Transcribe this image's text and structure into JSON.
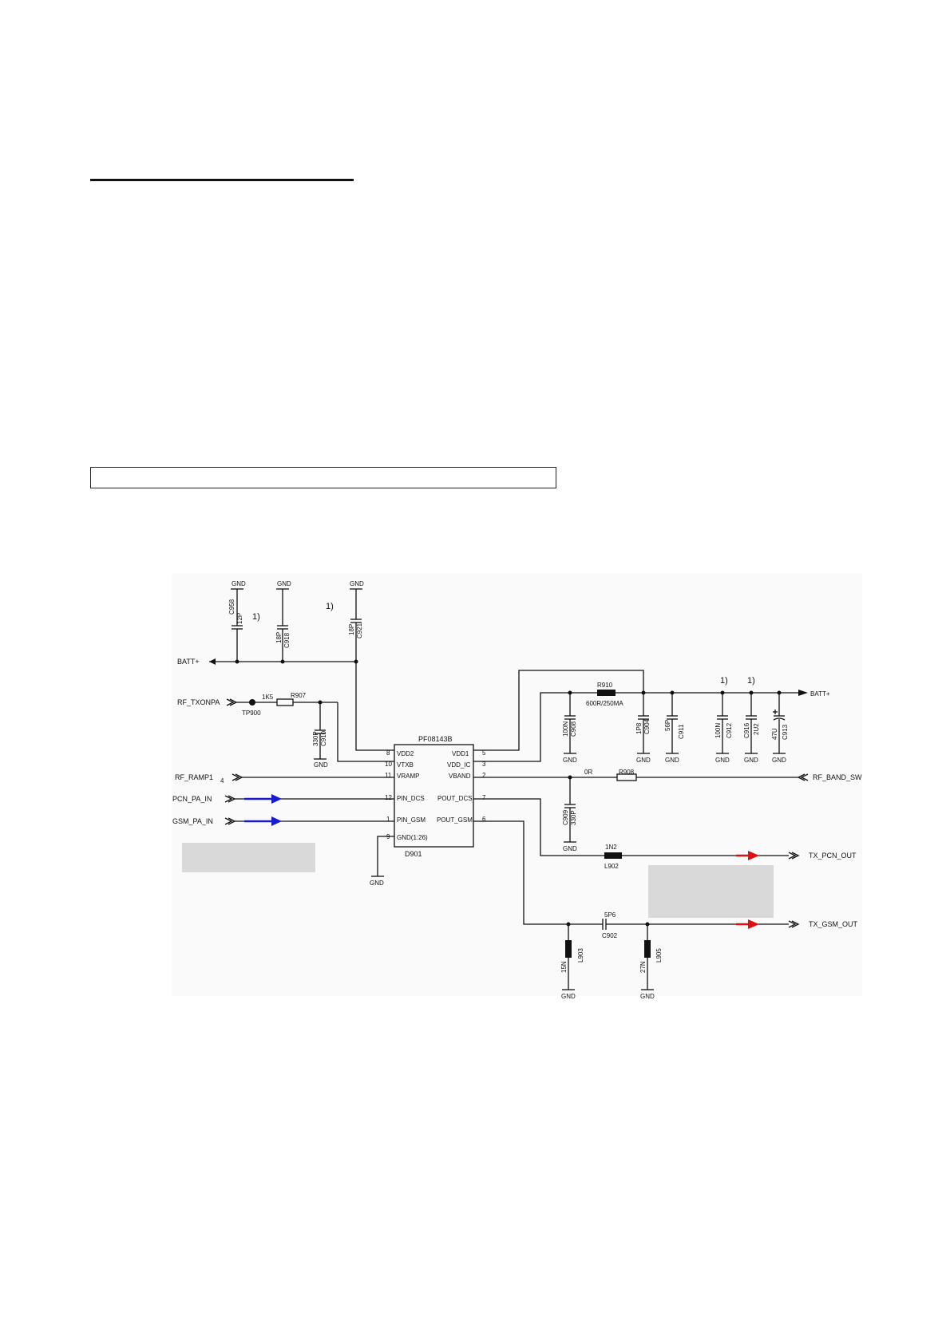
{
  "schematic": {
    "ic": {
      "part": "PF08143B",
      "ref": "D901",
      "left_pins": [
        {
          "num": "8",
          "name": "VDD2"
        },
        {
          "num": "10",
          "name": "VTXB"
        },
        {
          "num": "11",
          "name": "VRAMP"
        },
        {
          "num": "12",
          "name": "PIN_DCS"
        },
        {
          "num": "1",
          "name": "PIN_GSM"
        },
        {
          "num": "9",
          "name": "GND(1:26)"
        }
      ],
      "right_pins": [
        {
          "num": "5",
          "name": "VDD1"
        },
        {
          "num": "3",
          "name": "VDD_IC"
        },
        {
          "num": "2",
          "name": "VBAND"
        },
        {
          "num": "7",
          "name": "POUT_DCS"
        },
        {
          "num": "6",
          "name": "POUT_GSM"
        }
      ]
    },
    "nets": {
      "batt_left": "BATT+",
      "batt_right": "BATT+",
      "rf_txonpa": "RF_TXONPA",
      "rf_ramp": "RF_RAMP1",
      "pcn_in": "PCN_PA_IN",
      "gsm_in": "GSM_PA_IN",
      "band_sw": "RF_BAND_SW",
      "tx_pcn_out": "TX_PCN_OUT",
      "tx_gsm_out": "TX_GSM_OUT",
      "gnd": "GND",
      "tp": "TP900",
      "ramp_pin": "4"
    },
    "notes": {
      "n1": "1)",
      "n2": "1)",
      "n3": "1)",
      "n4": "1)"
    },
    "components": {
      "c958": {
        "ref": "C958",
        "val": "12P"
      },
      "c918": {
        "ref": "C918",
        "val": "18P"
      },
      "c921": {
        "ref": "C921",
        "val": "18P"
      },
      "r907": {
        "ref": "R907",
        "val": "1K5"
      },
      "c910": {
        "ref": "C910",
        "val": "330P"
      },
      "r910": {
        "ref": "R910",
        "val": "600R/250MA"
      },
      "c908": {
        "ref": "C908",
        "val": "100N"
      },
      "c904": {
        "ref": "C904",
        "val": "1P8"
      },
      "c911": {
        "ref": "C911",
        "val": "56P"
      },
      "c912": {
        "ref": "C912",
        "val": "100N"
      },
      "c916": {
        "ref": "C916",
        "val": "2U2"
      },
      "c913": {
        "ref": "C913",
        "val": "47U"
      },
      "r908": {
        "ref": "R908",
        "val": "0R"
      },
      "c909": {
        "ref": "C909",
        "val": "330P"
      },
      "l902": {
        "ref": "L902",
        "val": "1N2"
      },
      "c902": {
        "ref": "C902",
        "val": "5P6"
      },
      "l903": {
        "ref": "L903",
        "val": "15N"
      },
      "l905": {
        "ref": "L905",
        "val": "27N"
      }
    },
    "colors": {
      "input_arrow": "#1a1acc",
      "output_arrow": "#dd1111",
      "highlight_box": "#d9d9d9"
    }
  }
}
